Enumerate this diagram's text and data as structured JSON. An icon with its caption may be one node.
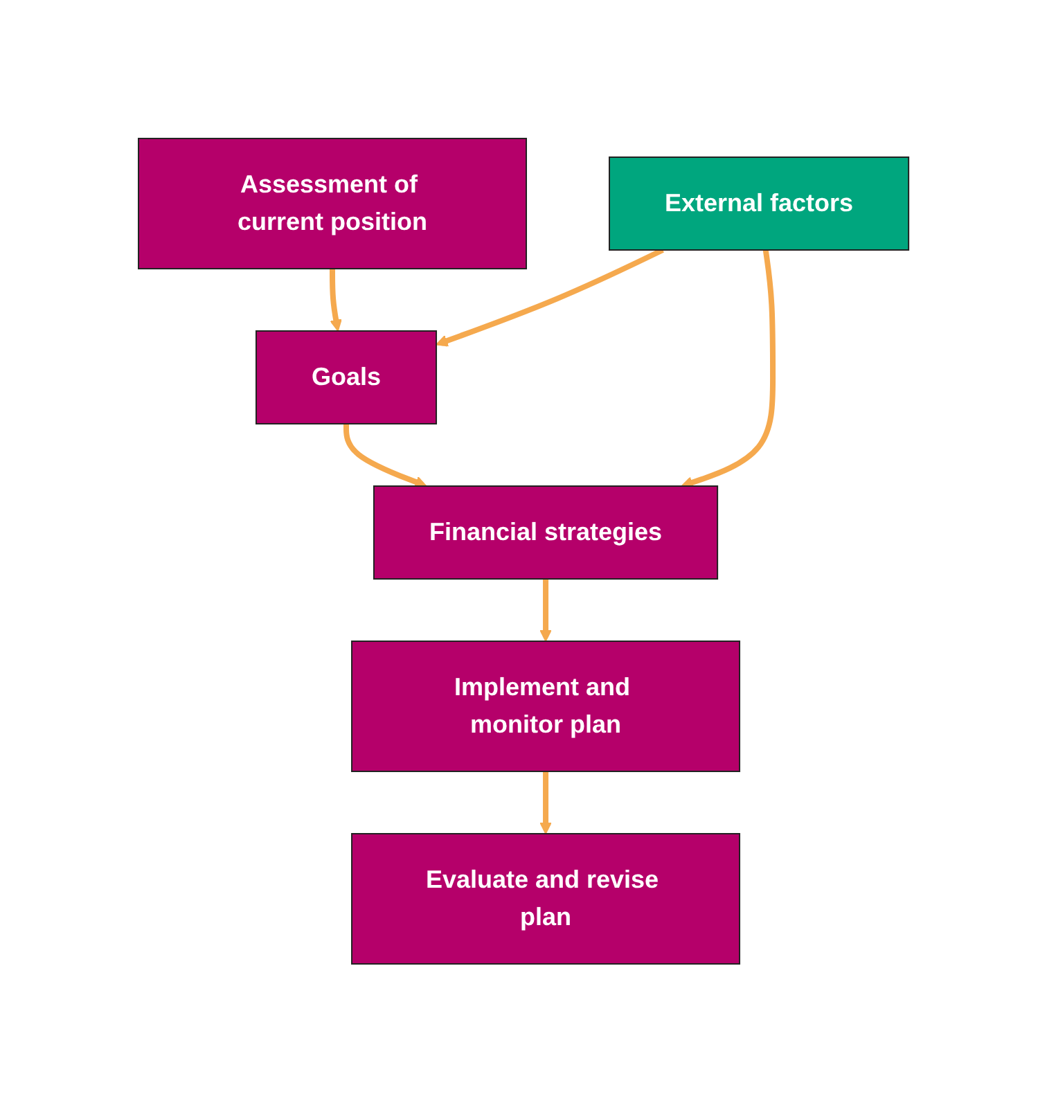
{
  "diagram": {
    "nodes": [
      {
        "text": [
          "Assessment of current position"
        ]
      },
      {
        "text": [
          "Goals"
        ]
      },
      {
        "text": [
          "Financial strategies"
        ]
      },
      {
        "text": [
          "Implement and monitor plan"
        ]
      },
      {
        "text": [
          "Evaluate and revise plan"
        ]
      },
      {
        "text": [
          "External factors"
        ]
      }
    ],
    "edges": [
      {
        "from": 0,
        "to": 1,
        "arrow": "to"
      },
      {
        "from": 1,
        "to": 2,
        "arrow": "to"
      },
      {
        "from": 2,
        "to": 3,
        "arrow": "to"
      },
      {
        "from": 3,
        "to": 4,
        "arrow": "to"
      },
      {
        "from": 5,
        "to": 1,
        "arrow": "to"
      },
      {
        "from": 5,
        "to": 2,
        "arrow": "to"
      }
    ]
  }
}
